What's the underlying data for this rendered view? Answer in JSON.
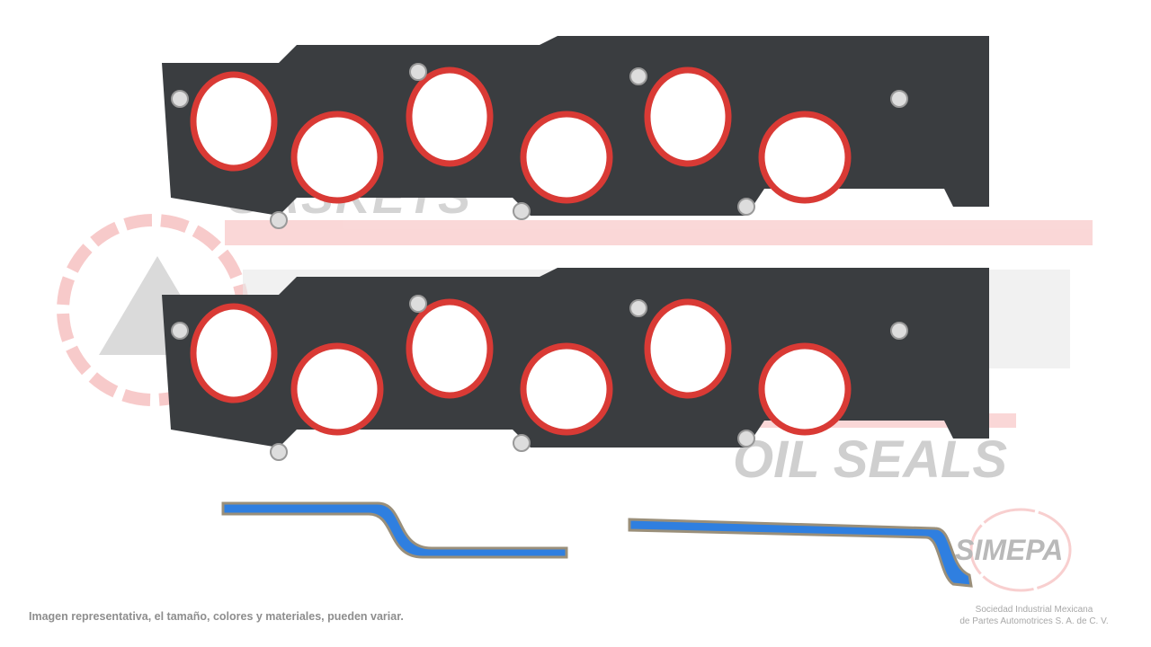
{
  "watermark": {
    "gaskets_text": "GASKETS",
    "oil_seals_text": "OIL SEALS",
    "color": "#f3b6b6"
  },
  "logo": {
    "brand": "SIMEPA"
  },
  "footer": {
    "disclaimer": "Imagen representativa, el tamaño, colores y materiales, pueden variar.",
    "company_line1": "Sociedad Industrial Mexicana",
    "company_line2": "de Partes Automotrices S. A. de C. V."
  },
  "colors": {
    "gasket_body": "#3a3d40",
    "seal_bead": "#d93a35",
    "end_seal": "#2f7fe0"
  }
}
